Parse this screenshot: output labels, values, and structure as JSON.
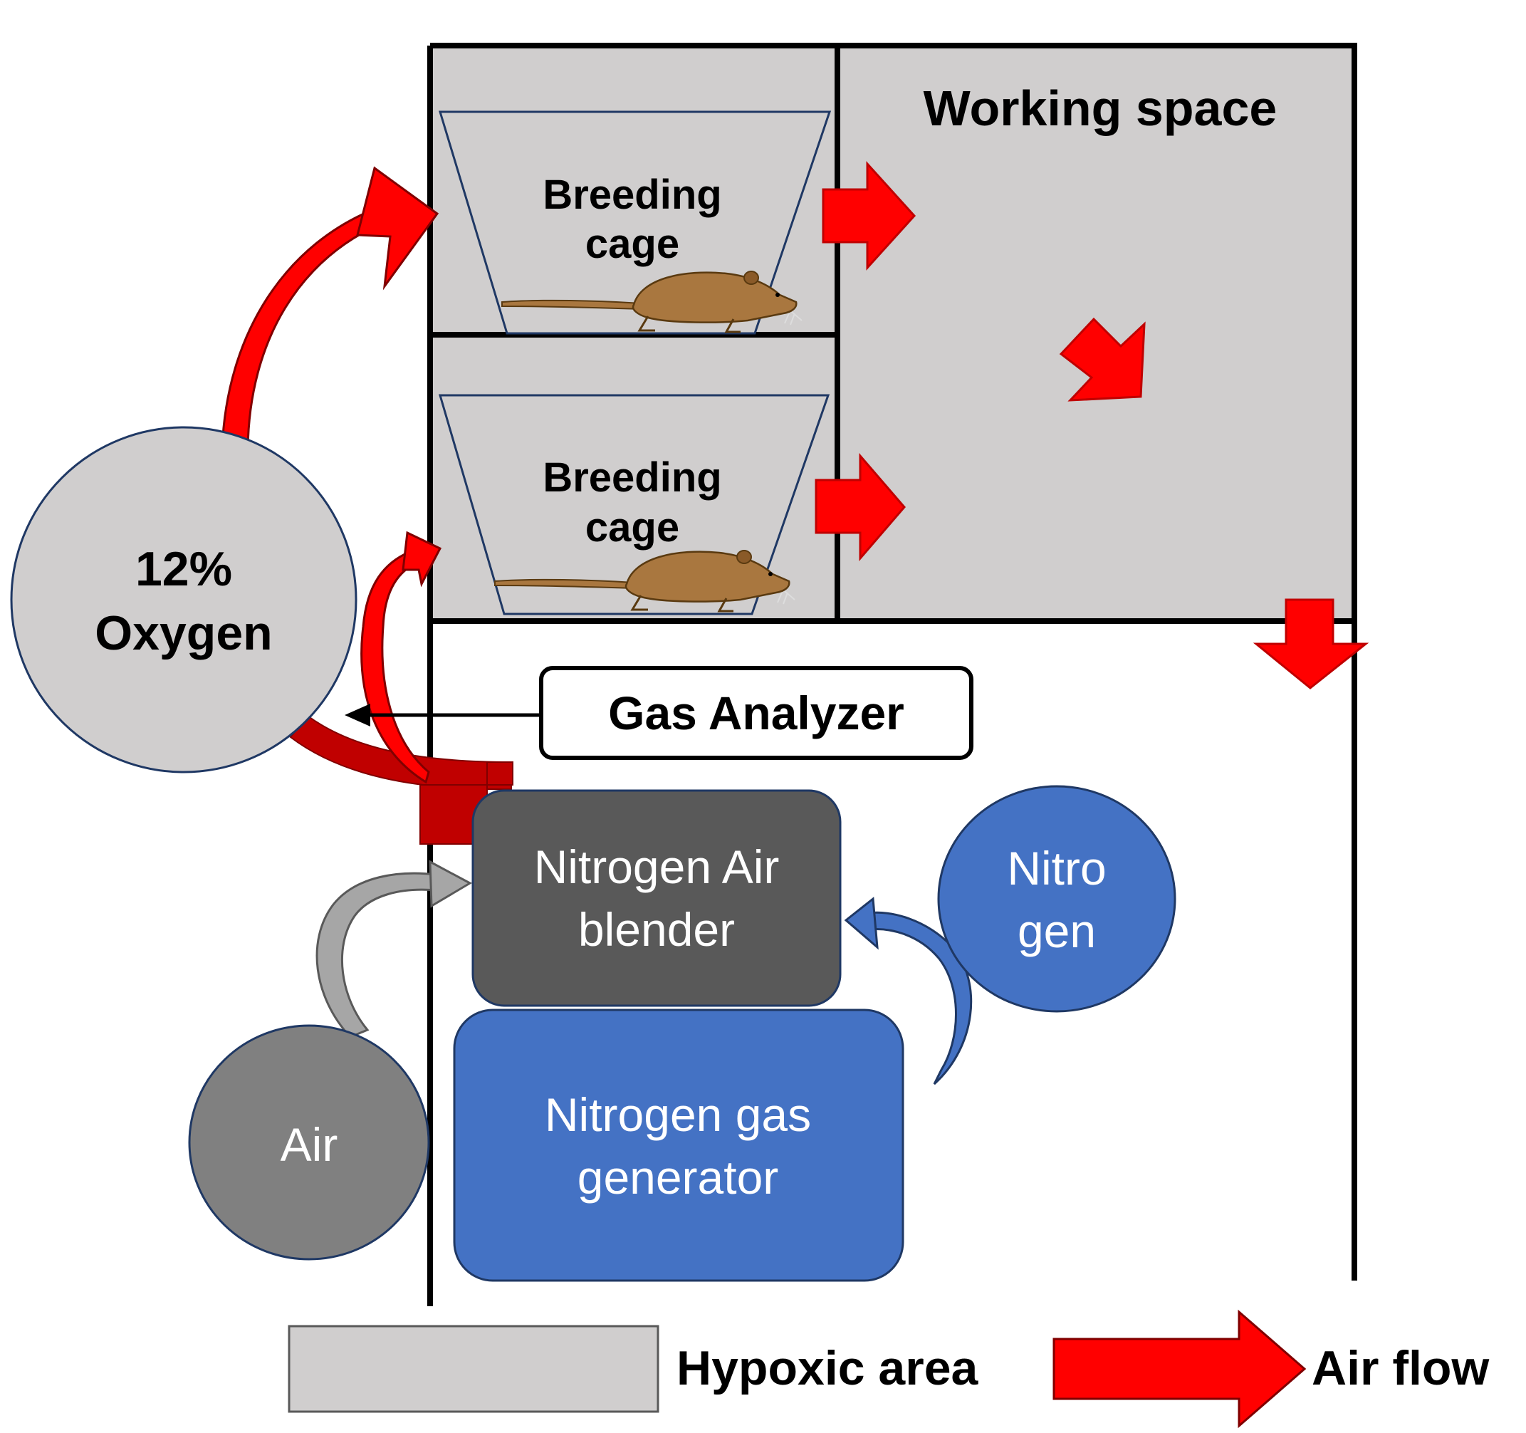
{
  "labels": {
    "working_space": "Working space",
    "breeding_cage_top_line1": "Breeding",
    "breeding_cage_top_line2": "cage",
    "breeding_cage_bottom_line1": "Breeding",
    "breeding_cage_bottom_line2": "cage",
    "oxygen_line1": "12%",
    "oxygen_line2": "Oxygen",
    "gas_analyzer": "Gas Analyzer",
    "blender_line1": "Nitrogen Air",
    "blender_line2": "blender",
    "nitrogen_line1": "Nitro",
    "nitrogen_line2": "gen",
    "generator_line1": "Nitrogen gas",
    "generator_line2": "generator",
    "air": "Air"
  },
  "legend": {
    "hypoxic_area": "Hypoxic area",
    "air_flow": "Air flow"
  },
  "colors": {
    "hypoxic_fill": "#d0cece",
    "air_flow_red": "#ff0000",
    "dark_red": "#c00000",
    "blender_fill": "#595959",
    "nitrogen_blue": "#4472c4",
    "air_grey": "#808080",
    "rat_brown": "#a9773f"
  }
}
